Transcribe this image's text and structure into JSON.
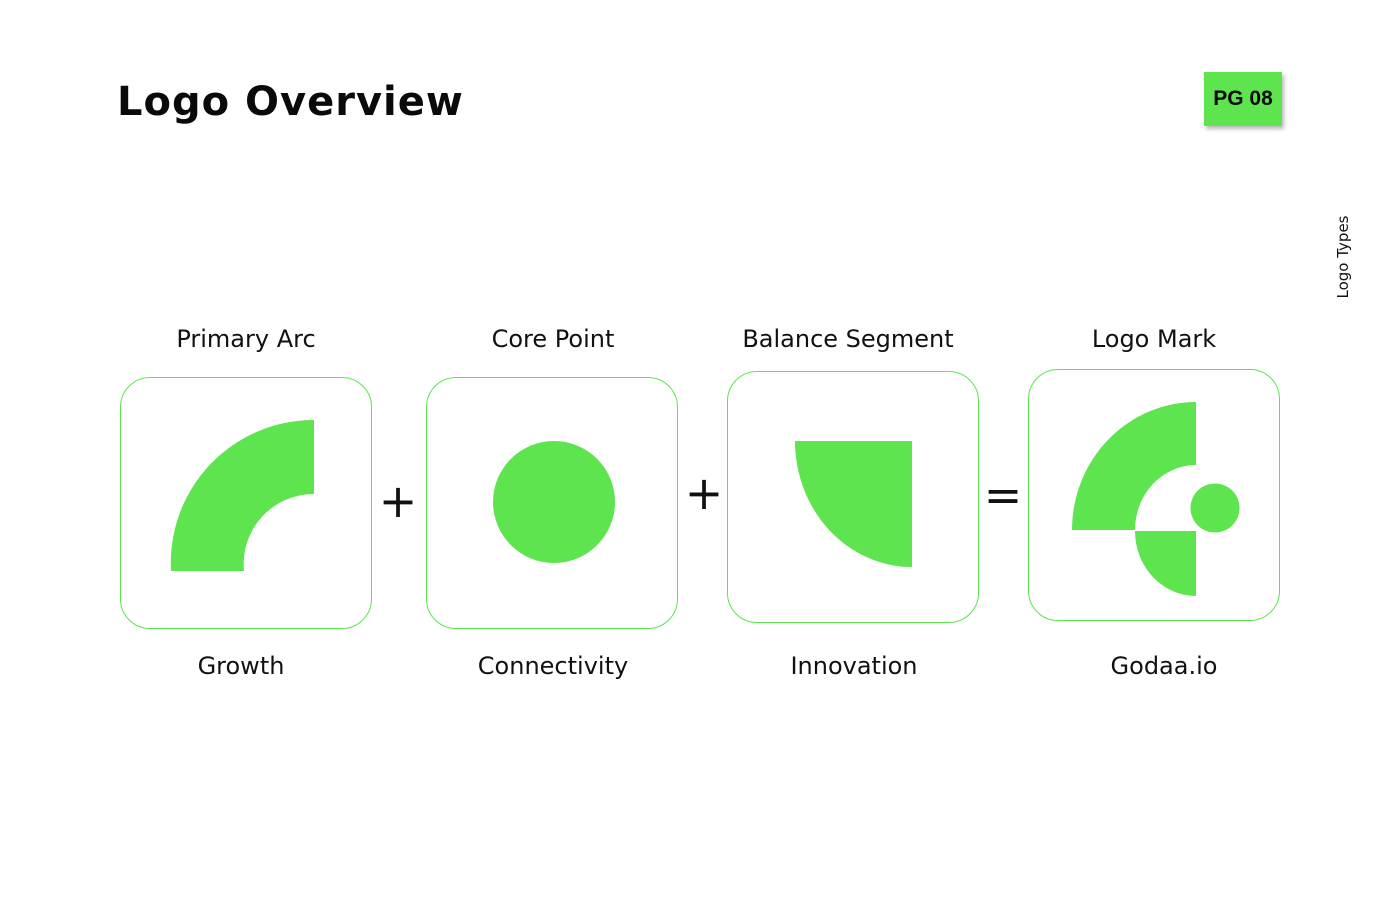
{
  "header": {
    "title": "Logo Overview",
    "page_badge": "PG 08",
    "side_label": "Logo Types"
  },
  "colors": {
    "accent": "#5de44e",
    "text": "#111111",
    "background": "#ffffff"
  },
  "elements": [
    {
      "name": "Primary Arc",
      "meaning": "Growth",
      "icon": "primary-arc-icon"
    },
    {
      "name": "Core Point",
      "meaning": "Connectivity",
      "icon": "core-point-icon"
    },
    {
      "name": "Balance Segment",
      "meaning": "Innovation",
      "icon": "balance-segment-icon"
    },
    {
      "name": "Logo Mark",
      "meaning": "Godaa.io",
      "icon": "logo-mark-icon"
    }
  ],
  "operators": [
    "+",
    "+",
    "="
  ]
}
